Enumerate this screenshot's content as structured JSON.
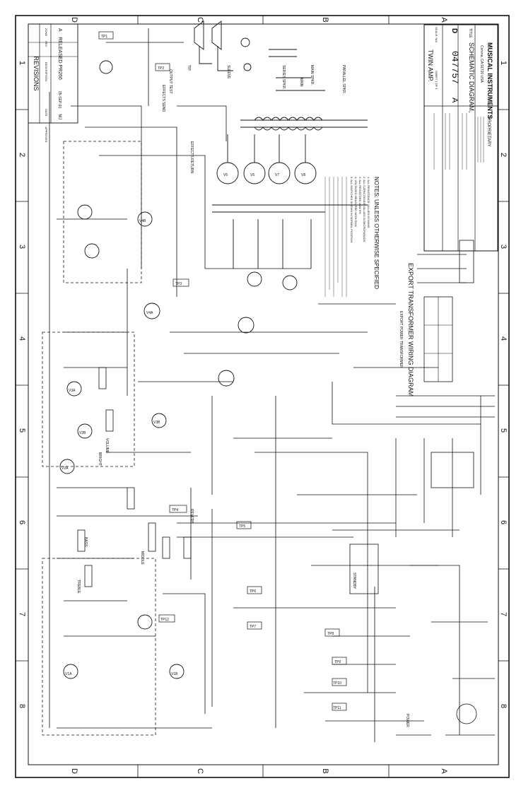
{
  "revisions": {
    "title": "REVISIONS",
    "headers": [
      "ZONE",
      "REV",
      "DESCRIPTION",
      "DATE",
      "APPROVED"
    ],
    "row": {
      "zone": "",
      "rev": "A",
      "description": "RELEASED PR266",
      "date": "05-SEP-91",
      "approved": "MJ"
    }
  },
  "title_block": {
    "company": "MUSICAL INSTRUMENTS",
    "company_addr": "Corona, CA 91720 USA",
    "doc_title_label": "TITLE",
    "doc_title": "SCHEMATIC DIAGRAM,",
    "doc_subtitle": "TWIN AMP.",
    "size": "D",
    "dwg_no": "047757",
    "rev": "A",
    "scale": "SCALE: N/A",
    "sheet": "SHEET 1 OF 1",
    "proprietary": "PROPRIETARY"
  },
  "grid": {
    "top": [
      "D",
      "C",
      "B",
      "A"
    ],
    "bottom": [
      "D",
      "C",
      "B",
      "A"
    ],
    "left": [
      "1",
      "2",
      "3",
      "4",
      "5",
      "6",
      "7",
      "8"
    ],
    "right": [
      "1",
      "2",
      "3",
      "4",
      "5",
      "6",
      "7",
      "8"
    ]
  },
  "notes": {
    "title": "NOTES: UNLESS OTHERWISE SPECIFIED",
    "lines": [
      "1. ALL RESISTANCE VALUES IN OHMS",
      "2. ALL CAPACITANCE VALUES IN MICROFARADS",
      "3. ALL RESISTORS 1/4W 5%",
      "4. VOLTAGES MEASURED WITH DVM",
      "5. ALL SWITCHES SHOWN IN NORMAL POSITION"
    ]
  },
  "export": {
    "title": "EXPORT TRANSFORMER WIRING DIAGRAM",
    "sub": "EXPORT POWER TRANSFORMER"
  },
  "labels": {
    "output_test": "OUTPUT TEST",
    "speakers": [
      "TIP",
      "SLEEVE"
    ],
    "jacks": [
      "SERIES SPKR.",
      "MAIN SPKR.",
      "PARALLEL SPKR."
    ],
    "tp": [
      "TP1",
      "TP2",
      "TP3",
      "TP4",
      "TP5",
      "TP6",
      "TP7",
      "TP8",
      "TP9",
      "TP10",
      "TP11",
      "TP12"
    ],
    "tubes": [
      "V1A",
      "V1B",
      "V2A",
      "V2B",
      "V3A",
      "V3B",
      "V4A",
      "V4B",
      "V5",
      "V6",
      "V7",
      "V8"
    ],
    "misc": [
      "BRIGHT",
      "VOLUME",
      "TREBLE",
      "BASS",
      "MIDDLE",
      "REVERB",
      "EFFECTS SEND",
      "EFFECTS RETURN",
      "STANDBY",
      "POWER",
      "MAIN"
    ]
  }
}
